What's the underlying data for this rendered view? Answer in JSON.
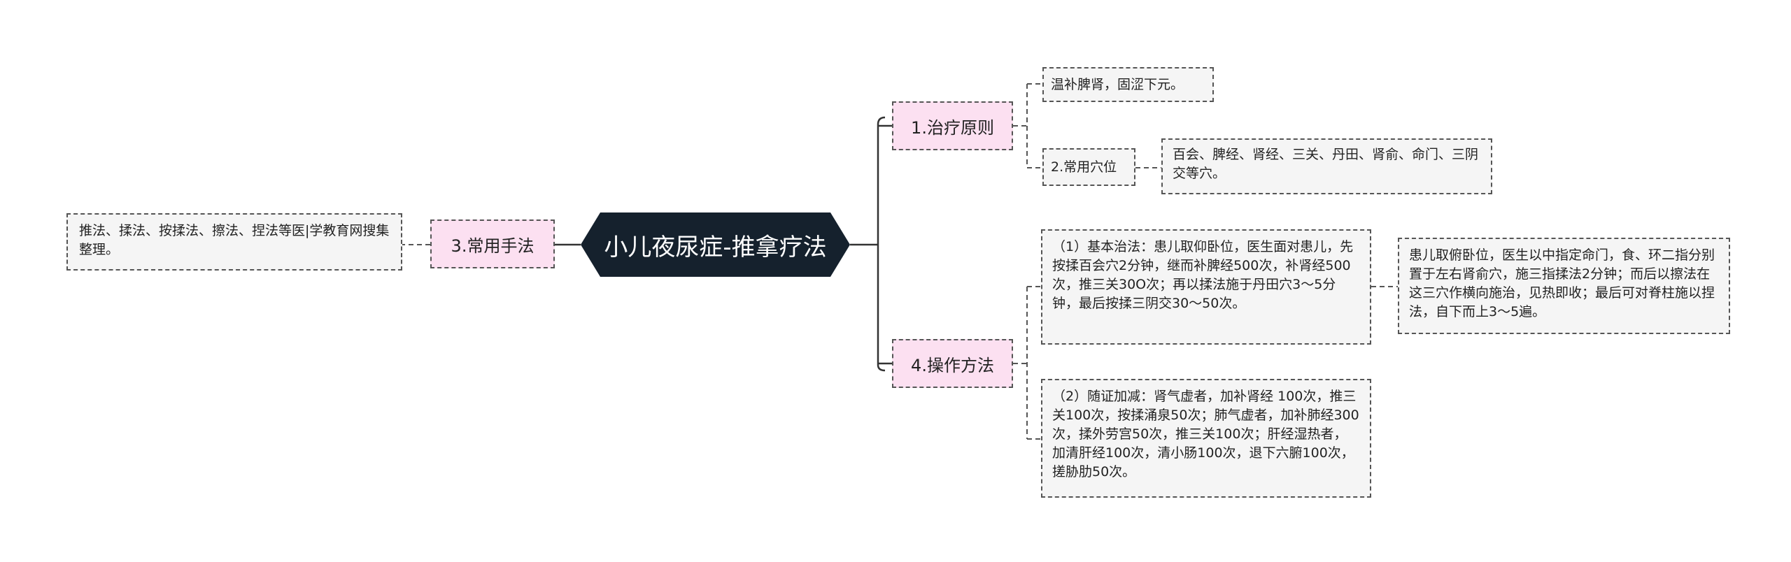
{
  "root": {
    "label": "小儿夜尿症-推拿疗法"
  },
  "branches": {
    "principle": {
      "label": "1.治疗原则"
    },
    "technique": {
      "label": "3.常用手法"
    },
    "operation": {
      "label": "4.操作方法"
    }
  },
  "leaves": {
    "principle_text": "温补脾肾，固涩下元。",
    "acupoints_label": "2.常用穴位",
    "acupoints_text": "百会、脾经、肾经、三关、丹田、肾俞、命门、三阴交等穴。",
    "technique_text": "推法、揉法、按揉法、擦法、捏法等医|学教育网搜集整理。",
    "basic_method": "（1）基本治法：患儿取仰卧位，医生面对患儿，先按揉百会穴2分钟，继而补脾经500次，补肾经500次，推三关30O次；再以揉法施于丹田穴3～5分钟，最后按揉三阴交30～50次。",
    "basic_method_detail": "患儿取俯卧位，医生以中指定命门，食、环二指分别置于左右肾俞穴，施三指揉法2分钟；而后以擦法在这三穴作横向施治，见热即收；最后可对脊柱施以捏法，自下而上3～5遍。",
    "modification": "（2）随证加减：肾气虚者，加补肾经 100次，推三关100次，按揉涌泉50次；肺气虚者，加补肺经300次，揉外劳宫50次，推三关100次；肝经湿热者，加清肝经100次，清小肠100次，退下六腑100次，搓胁肋50次。"
  },
  "colors": {
    "root_bg": "#15212d",
    "branch_bg": "#fce0f1",
    "leaf_bg": "#f5f5f5",
    "line": "#333333"
  }
}
